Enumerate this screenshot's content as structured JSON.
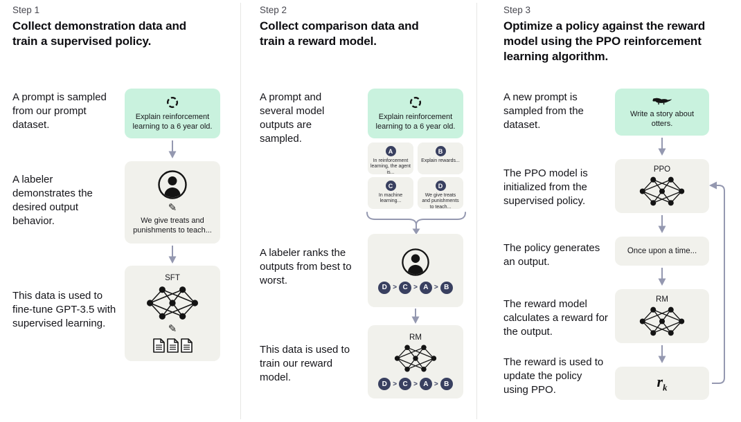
{
  "colors": {
    "prompt_green": "#c9f2de",
    "box_gray": "#f1f1ec",
    "rank_navy": "#394060",
    "arrow_gray": "#9498b0"
  },
  "glyphs": {
    "pencil": "✎",
    "rank_separator": ">"
  },
  "step1": {
    "step_label": "Step 1",
    "title": "Collect demonstration data and train a supervised policy.",
    "caption_prompt": "A prompt is sampled from our prompt dataset.",
    "caption_labeler": "A labeler demonstrates the desired output behavior.",
    "caption_data": "This data is used to fine-tune GPT-3.5 with supervised learning.",
    "prompt_text": "Explain reinforcement learning to a 6 year old.",
    "labeler_text": "We give treats and punishments to teach...",
    "model_label": "SFT"
  },
  "step2": {
    "step_label": "Step 2",
    "title": "Collect comparison data and train a reward model.",
    "caption_prompt": "A prompt and several model outputs are sampled.",
    "caption_labeler": "A labeler ranks the outputs from best to worst.",
    "caption_data": "This data is used to train our reward model.",
    "prompt_text": "Explain reinforcement learning to a 6 year old.",
    "outputs": [
      {
        "id": "A",
        "text": "In reinforcement learning, the agent is..."
      },
      {
        "id": "B",
        "text": "Explain rewards..."
      },
      {
        "id": "C",
        "text": "In machine learning..."
      },
      {
        "id": "D",
        "text": "We give treats and punishments to teach..."
      }
    ],
    "ranking": [
      "D",
      "C",
      "A",
      "B"
    ],
    "rank_sep": ">",
    "model_label": "RM"
  },
  "step3": {
    "step_label": "Step 3",
    "title": "Optimize a policy against the reward model using the PPO reinforcement learning algorithm.",
    "captions": [
      "A new prompt is sampled from the dataset.",
      "The PPO model is initialized from the supervised policy.",
      "The policy generates an output.",
      "The reward model calculates a reward for the output.",
      "The reward is used to update the policy using PPO."
    ],
    "prompt_text": "Write a story about otters.",
    "ppo_label": "PPO",
    "output_text": "Once upon a time...",
    "rm_label": "RM",
    "reward_base": "r",
    "reward_sub": "k"
  }
}
